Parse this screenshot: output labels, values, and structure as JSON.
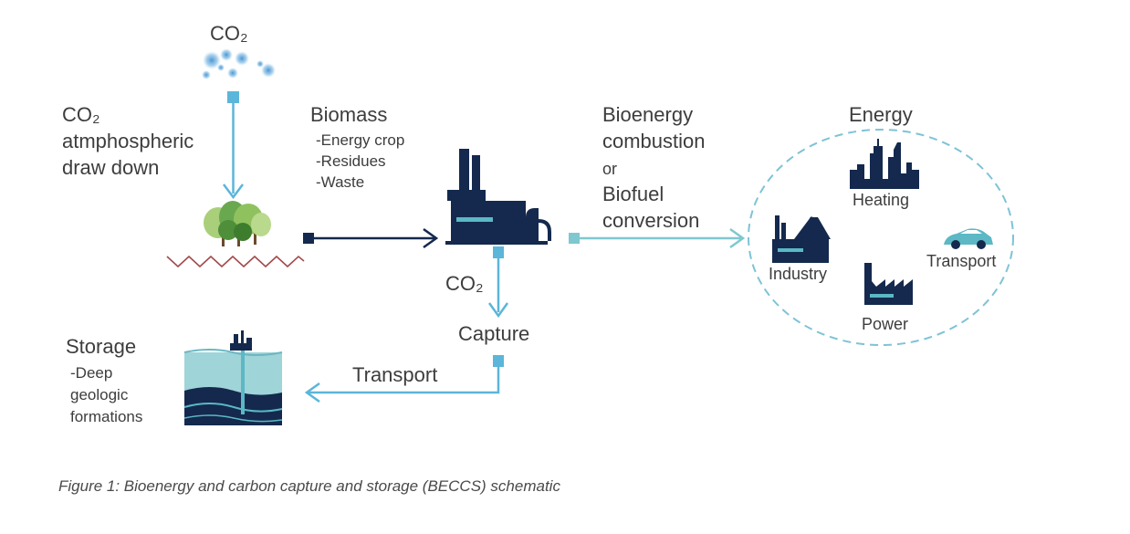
{
  "labels": {
    "co2_top": "CO₂",
    "draw_down": [
      "CO₂",
      "atmphospheric",
      "draw down"
    ],
    "biomass_title": "Biomass",
    "biomass_items": [
      "-Energy crop",
      "-Residues",
      "-Waste"
    ],
    "conversion": [
      "Bioenergy",
      "combustion",
      "or",
      "Biofuel",
      "conversion"
    ],
    "energy_title": "Energy",
    "heating": "Heating",
    "industry": "Industry",
    "transport_vehicle": "Transport",
    "power": "Power",
    "co2_mid": "CO₂",
    "capture": "Capture",
    "transport": "Transport",
    "storage": [
      "Storage",
      "-Deep",
      "geologic",
      "formations"
    ]
  },
  "caption": "Figure 1: Bioenergy and carbon capture and storage (BECCS) schematic",
  "colors": {
    "arrow_light": "#5bb6d9",
    "arrow_dark": "#14294d",
    "arrow_teal": "#7fc8cf",
    "icon_navy": "#14294d",
    "icon_teal": "#5bb8c4",
    "ground_zigzag": "#a24b4b",
    "tree_green": "#6aa84f",
    "water_teal": "#9fd4d8",
    "circle_dash": "#7ec3d6"
  },
  "icons": [
    "co2-cloud-icon",
    "trees-icon",
    "power-plant-icon",
    "city-icon",
    "industry-icon",
    "car-icon",
    "factory-icon",
    "offshore-platform-icon"
  ]
}
